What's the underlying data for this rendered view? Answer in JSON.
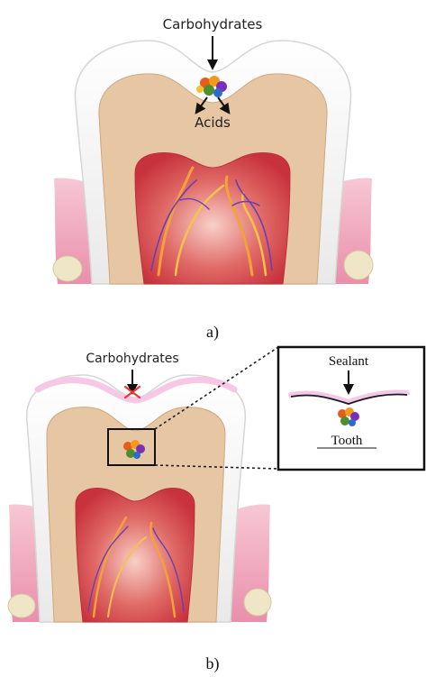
{
  "panel_a": {
    "label_carbs": "Carbohydrates",
    "label_acids": "Acids",
    "caption": "a)"
  },
  "panel_b": {
    "label_carbs": "Carbohydrates",
    "caption": "b)",
    "inset": {
      "label_sealant": "Sealant",
      "label_tooth": "Tooth"
    }
  },
  "colors": {
    "enamel": "#f3f3f3",
    "dentin": "#e8c9a6",
    "pulp": "#d9434a",
    "gum": "#f2b8c8",
    "sealant": "#f6c8e6",
    "block_cross": "#e53935"
  }
}
